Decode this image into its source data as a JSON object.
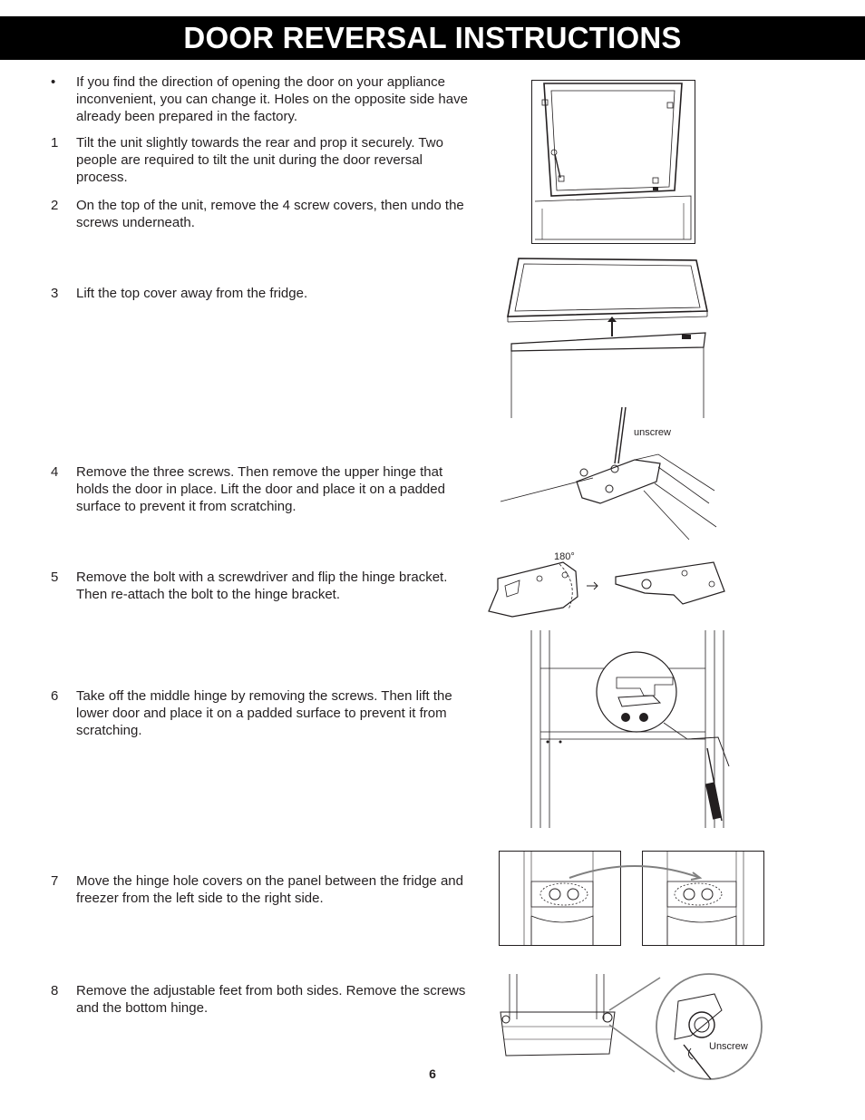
{
  "header": {
    "title": "DOOR REVERSAL INSTRUCTIONS"
  },
  "steps": [
    {
      "num": "•",
      "text": "If you find the direction of opening the door on your appliance inconvenient, you can change it. Holes on the opposite side have already been prepared in the factory."
    },
    {
      "num": "1",
      "text": "Tilt the unit slightly towards the rear and prop it securely. Two people are required to tilt the unit during the door reversal process."
    },
    {
      "num": "2",
      "text": "On the top of the unit, remove the 4 screw covers, then undo the screws underneath."
    },
    {
      "num": "3",
      "text": "Lift the top cover away from the fridge."
    },
    {
      "num": "4",
      "text": "Remove the three screws. Then remove the upper hinge that holds the door in place. Lift the door and place it on a padded surface to prevent it from scratching."
    },
    {
      "num": "5",
      "text": "Remove the bolt with a screwdriver and flip the hinge bracket. Then re-attach the bolt to the hinge bracket."
    },
    {
      "num": "6",
      "text": "Take off the middle hinge by removing the screws. Then lift the lower door and place it on a padded surface to prevent it from scratching."
    },
    {
      "num": "7",
      "text": "Move the hinge hole covers on the panel between the fridge and freezer from the left side to the right side."
    },
    {
      "num": "8",
      "text": "Remove the adjustable feet from both sides. Remove the screws and the bottom hinge."
    }
  ],
  "figures": {
    "step4_label": "unscrew",
    "step5_label": "180°",
    "step8_label": "Unscrew"
  },
  "footer": {
    "page_number": "6"
  }
}
